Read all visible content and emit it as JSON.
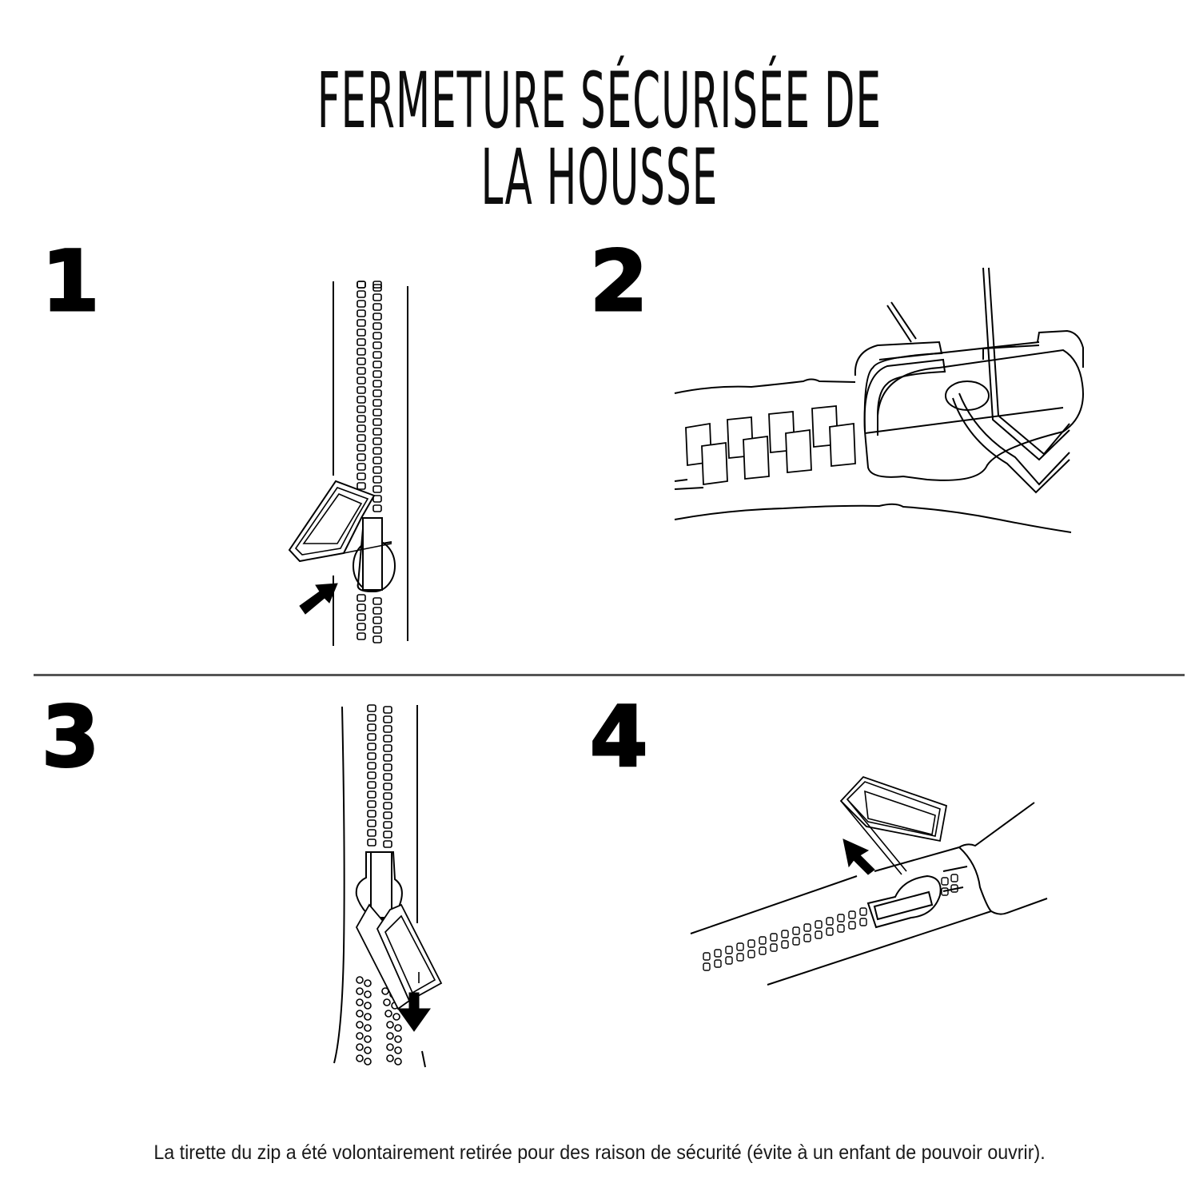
{
  "title": "Fermeture sécurisée de la housse",
  "steps": [
    {
      "number": "1",
      "description": "Slider with pull tab folded onto zipper; arrow points to slider"
    },
    {
      "number": "2",
      "description": "Close-up of zipper slider with pull tab wire inserted through the ring"
    },
    {
      "number": "3",
      "description": "Zipper opened downward with slider and pull tab; arrow pointing down"
    },
    {
      "number": "4",
      "description": "Pull tab being removed from slider; arrow pointing up-left"
    }
  ],
  "caption": "La tirette du zip a été volontairement retirée pour des raison de sécurité (évite à un enfant de pouvoir ouvrir).",
  "colors": {
    "background": "#ffffff",
    "ink": "#000000",
    "divider": "#555555"
  },
  "icons": {
    "step1_arrow": "arrow-up-right-icon",
    "step3_arrow": "arrow-down-icon",
    "step4_arrow": "arrow-up-left-icon"
  }
}
